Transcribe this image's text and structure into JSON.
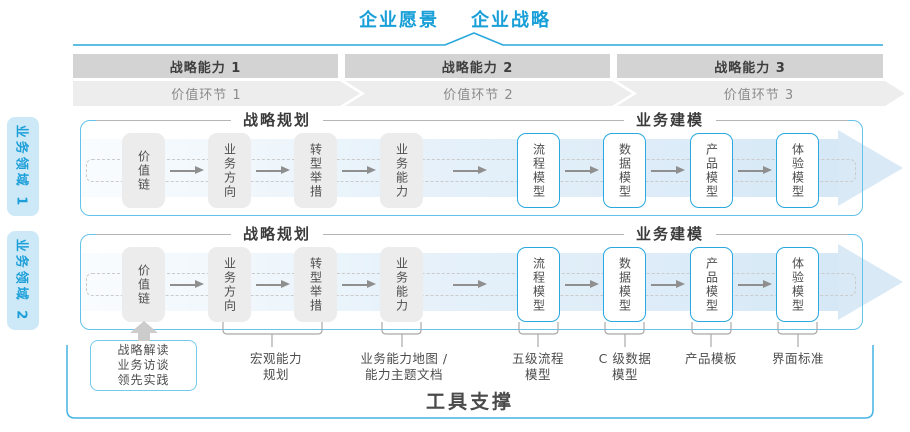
{
  "title": {
    "vision": "企业愿景",
    "strategy": "企业战略"
  },
  "strategic_capabilities": [
    "战略能力 1",
    "战略能力 2",
    "战略能力 3"
  ],
  "value_links": [
    "价值环节 1",
    "价值环节 2",
    "价值环节 3"
  ],
  "business_domains": [
    "业务领域 1",
    "业务领域 2"
  ],
  "section_headers": {
    "strategic_planning": "战略规划",
    "business_modeling": "业务建模"
  },
  "flow_boxes": [
    "价值链",
    "业务方向",
    "转型举措",
    "业务能力",
    "流程模型",
    "数据模型",
    "产品模型",
    "体验模型"
  ],
  "annotations": {
    "practice_box_lines": [
      "战略解读",
      "业务访谈",
      "领先实践"
    ],
    "macro_capability": [
      "宏观能力",
      "规划"
    ],
    "capability_map": [
      "业务能力地图 /",
      "能力主题文档"
    ],
    "process_model": [
      "五级流程",
      "模型"
    ],
    "data_model": [
      "C 级数据",
      "模型"
    ],
    "product_template": [
      "产品模板"
    ],
    "ui_standard": [
      "界面标准"
    ]
  },
  "footer": {
    "tool_support": "工具支撑"
  },
  "icons": {
    "flow_arrow": "right-arrow",
    "big_flow_arrow": "right-block-arrow",
    "feed_arrow": "up-block-arrow",
    "vision_pointer": "peak-caret"
  },
  "colors": {
    "accent_blue": "#189fd8",
    "container_border": "#64c3ea",
    "model_box_border": "#2aa8df",
    "domain_tag_bg": "#cde9f7",
    "bar_bg": "#d3d3d3",
    "chevron_bg": "#ededed",
    "gray_box_bg": "#ececec",
    "band_end": "#d6e8f6",
    "tool_bracket": "#45b4e4"
  }
}
